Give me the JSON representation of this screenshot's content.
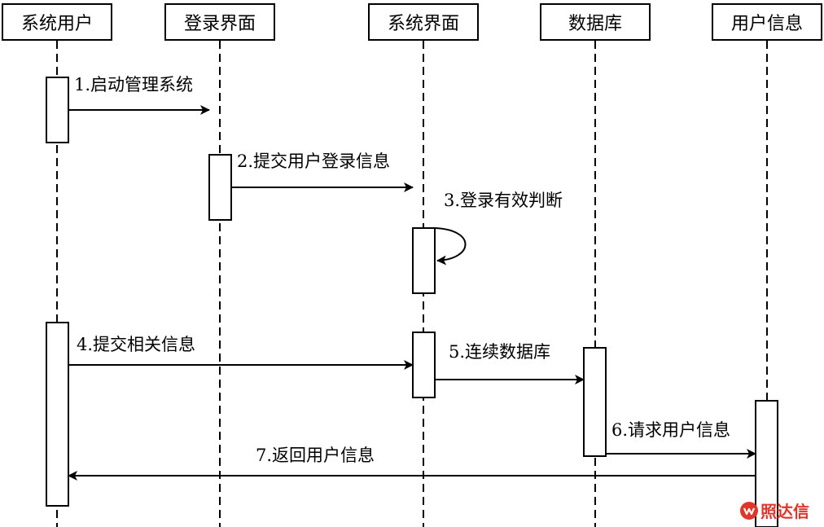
{
  "actors": {
    "system_user": "系统用户",
    "login_ui": "登录界面",
    "system_ui": "系统界面",
    "database": "数据库",
    "user_info": "用户信息"
  },
  "messages": {
    "m1": "1.启动管理系统",
    "m2": "2.提交用户登录信息",
    "m3": "3.登录有效判断",
    "m4": "4.提交相关信息",
    "m5": "5.连续数据库",
    "m6": "6.请求用户信息",
    "m7": "7.返回用户信息"
  },
  "watermark": {
    "text": "照达信"
  },
  "colors": {
    "line": "#000000",
    "watermark": "#e0352b"
  }
}
